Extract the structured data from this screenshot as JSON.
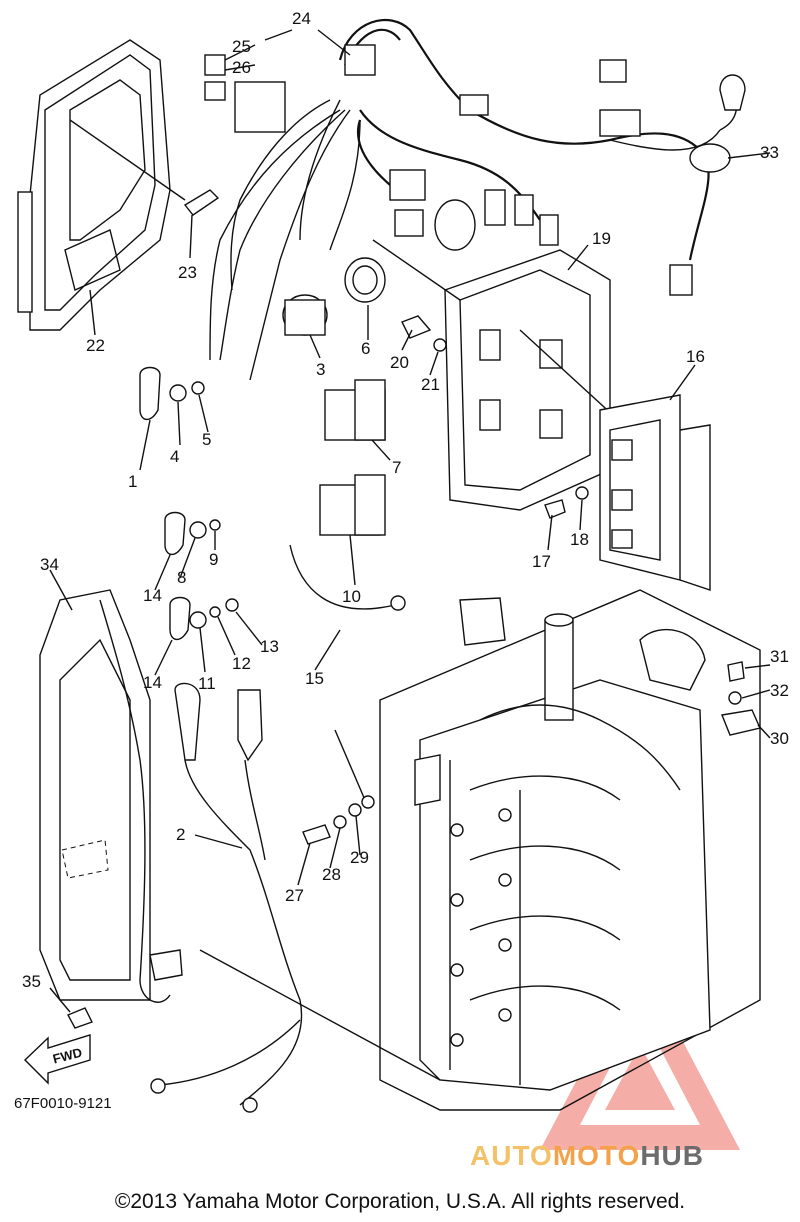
{
  "diagram": {
    "part_numbers": [
      "1",
      "2",
      "3",
      "4",
      "5",
      "6",
      "7",
      "8",
      "9",
      "10",
      "11",
      "12",
      "13",
      "14",
      "14",
      "15",
      "16",
      "17",
      "18",
      "19",
      "20",
      "21",
      "22",
      "23",
      "24",
      "25",
      "26",
      "27",
      "28",
      "29",
      "30",
      "31",
      "32",
      "33",
      "34",
      "35"
    ],
    "fwd_label": "FWD",
    "drawing_code": "67F0010-9121",
    "copyright": "©2013 Yamaha Motor Corporation, U.S.A. All rights reserved.",
    "brand_parts": [
      "AUTO",
      "MOTO",
      "HUB"
    ],
    "colors": {
      "line": "#111111",
      "watermark": "#f07a6e",
      "brand_auto": "#f3c268",
      "brand_moto": "#f3a24a",
      "brand_hub": "#6c6c6c"
    }
  }
}
